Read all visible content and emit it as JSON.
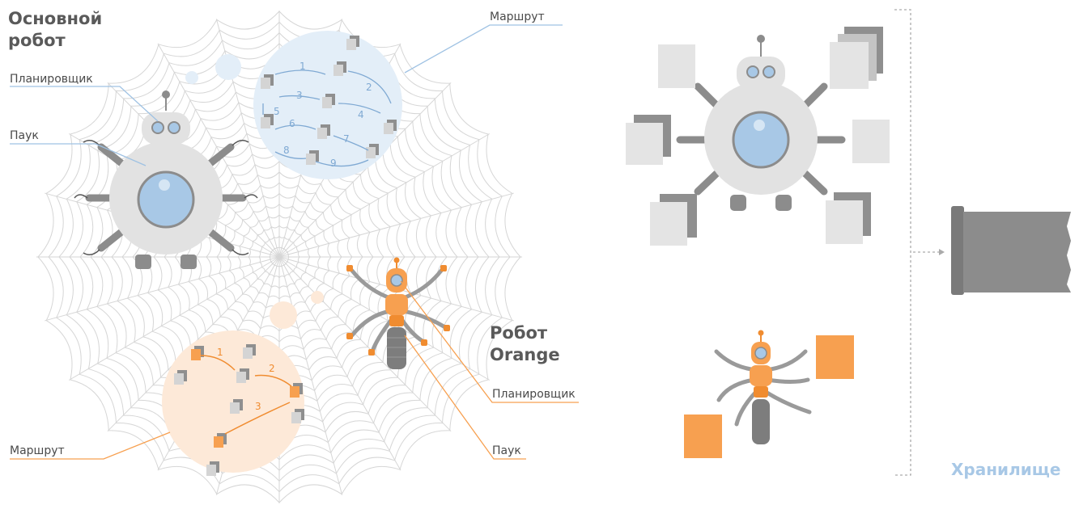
{
  "main_robot": {
    "title_line1": "Основной",
    "title_line2": "робот",
    "planner_label": "Планировщик",
    "spider_label": "Паук",
    "route_label": "Маршрут",
    "route_steps": [
      "1",
      "2",
      "3",
      "4",
      "5",
      "6",
      "7",
      "8",
      "9"
    ]
  },
  "orange_robot": {
    "title_line1": "Робот",
    "title_line2": "Orange",
    "planner_label": "Планировщик",
    "spider_label": "Паук",
    "route_label": "Маршрут",
    "route_steps": [
      "1",
      "2",
      "3"
    ]
  },
  "storage": {
    "label": "Хранилище"
  },
  "colors": {
    "gray_robot": "#e2e2e2",
    "gray_dark": "#8c8c8c",
    "glass": "#a8c8e6",
    "orange": "#f7a050",
    "orange_dark": "#f08c30",
    "blue_zone": "#e3eef8",
    "orange_zone": "#fde9d8",
    "web": "#cfcfcf",
    "storage_text": "#a8c8e6",
    "label_text": "#4a4a4a"
  }
}
